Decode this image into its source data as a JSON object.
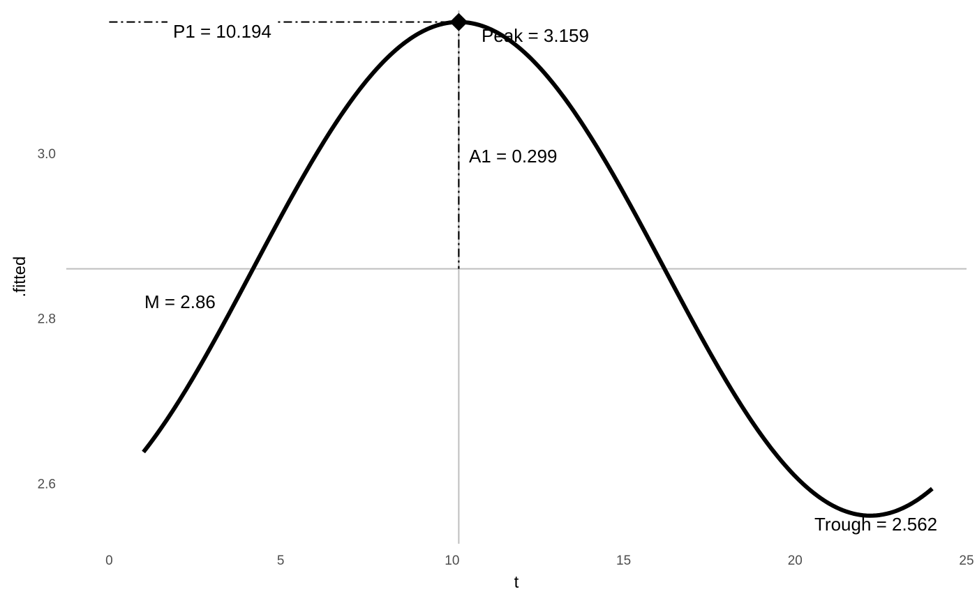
{
  "chart_data": {
    "type": "line",
    "xlabel": "t",
    "ylabel": ".fitted",
    "xlim": [
      -1.25,
      25
    ],
    "ylim": [
      2.527,
      3.173
    ],
    "x_ticks": [
      0,
      5,
      10,
      15,
      20,
      25
    ],
    "y_ticks": [
      2.6,
      2.8,
      3.0
    ],
    "x_tick_labels": [
      "0",
      "5",
      "10",
      "15",
      "20",
      "25"
    ],
    "y_tick_labels": [
      "2.6",
      "2.8",
      "3.0"
    ],
    "grid": false,
    "cosinor": {
      "mesor": 2.86,
      "amplitude": 0.299,
      "acrophase_t": 10.194,
      "period": 24,
      "t_range": [
        1,
        24
      ]
    },
    "series": [
      {
        "color": "#000000",
        "x": [
          1,
          2,
          3,
          4,
          5,
          6,
          7,
          8,
          9,
          10,
          10.194,
          11,
          12,
          13,
          14,
          15,
          16,
          17,
          18,
          19,
          20,
          21,
          22,
          23,
          24
        ],
        "y": [
          2.637,
          2.702,
          2.772,
          2.845,
          2.918,
          2.987,
          3.049,
          3.101,
          3.139,
          3.158,
          3.159,
          3.152,
          3.123,
          3.079,
          3.021,
          2.955,
          2.883,
          2.81,
          2.739,
          2.674,
          2.621,
          2.582,
          2.564,
          2.565,
          2.583
        ]
      }
    ],
    "reference_lines": {
      "mesor_y": 2.86,
      "acrophase_x": 10.194,
      "color": "#bebebe"
    },
    "peak_point": {
      "x": 10.194,
      "y": 3.159
    },
    "annotations": {
      "p1": "P1 = 10.194",
      "peak": "Peak = 3.159",
      "a1": "A1 = 0.299",
      "m": "M = 2.86",
      "trough": "Trough = 2.562"
    }
  }
}
